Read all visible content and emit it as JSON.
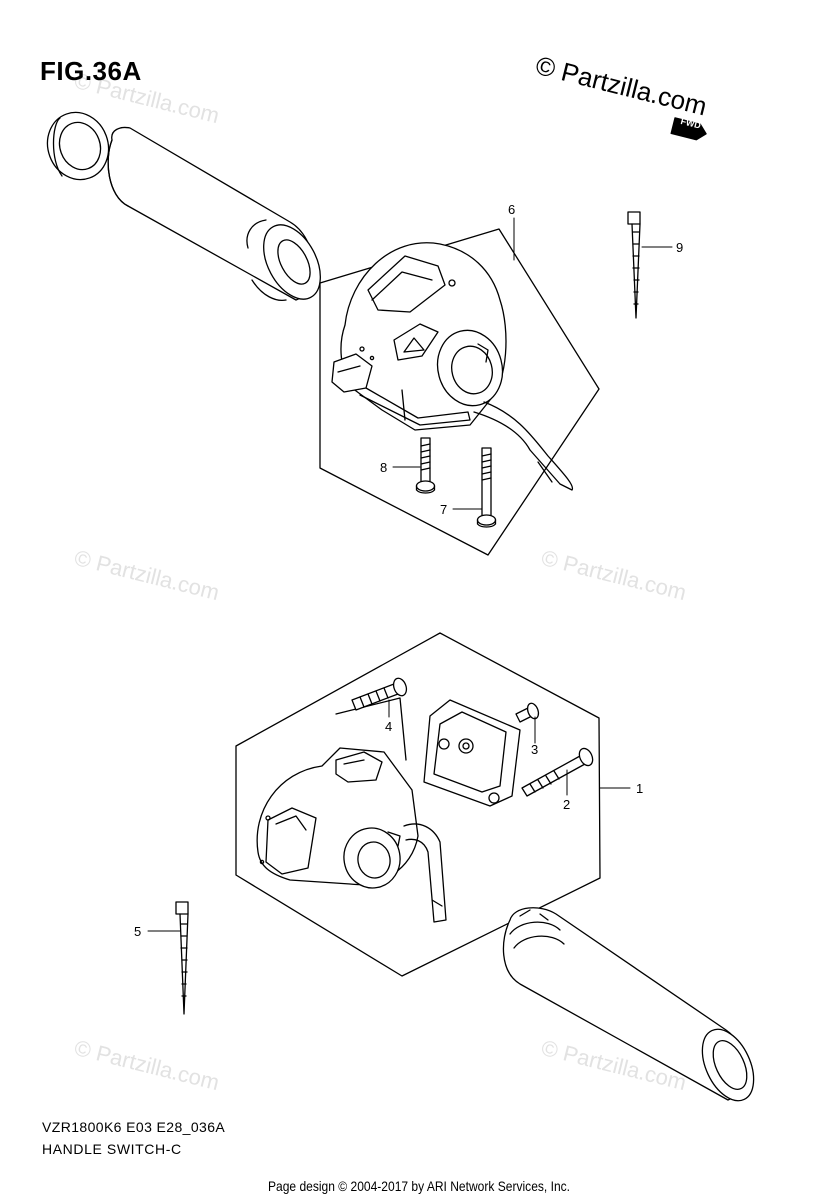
{
  "figure": {
    "title": "FIG.36A",
    "code": "VZR1800K6 E03 E28_036A",
    "caption": "HANDLE SWITCH-C"
  },
  "branding": {
    "copyright": "© Partzilla.com",
    "fwd_label": "FWD",
    "watermark": "© Partzilla.com"
  },
  "footer": {
    "text": "Page design © 2004-2017 by ARI Network Services, Inc."
  },
  "callouts": [
    {
      "label": "1"
    },
    {
      "label": "2"
    },
    {
      "label": "3"
    },
    {
      "label": "4"
    },
    {
      "label": "5"
    },
    {
      "label": "6"
    },
    {
      "label": "7"
    },
    {
      "label": "8"
    },
    {
      "label": "9"
    }
  ]
}
